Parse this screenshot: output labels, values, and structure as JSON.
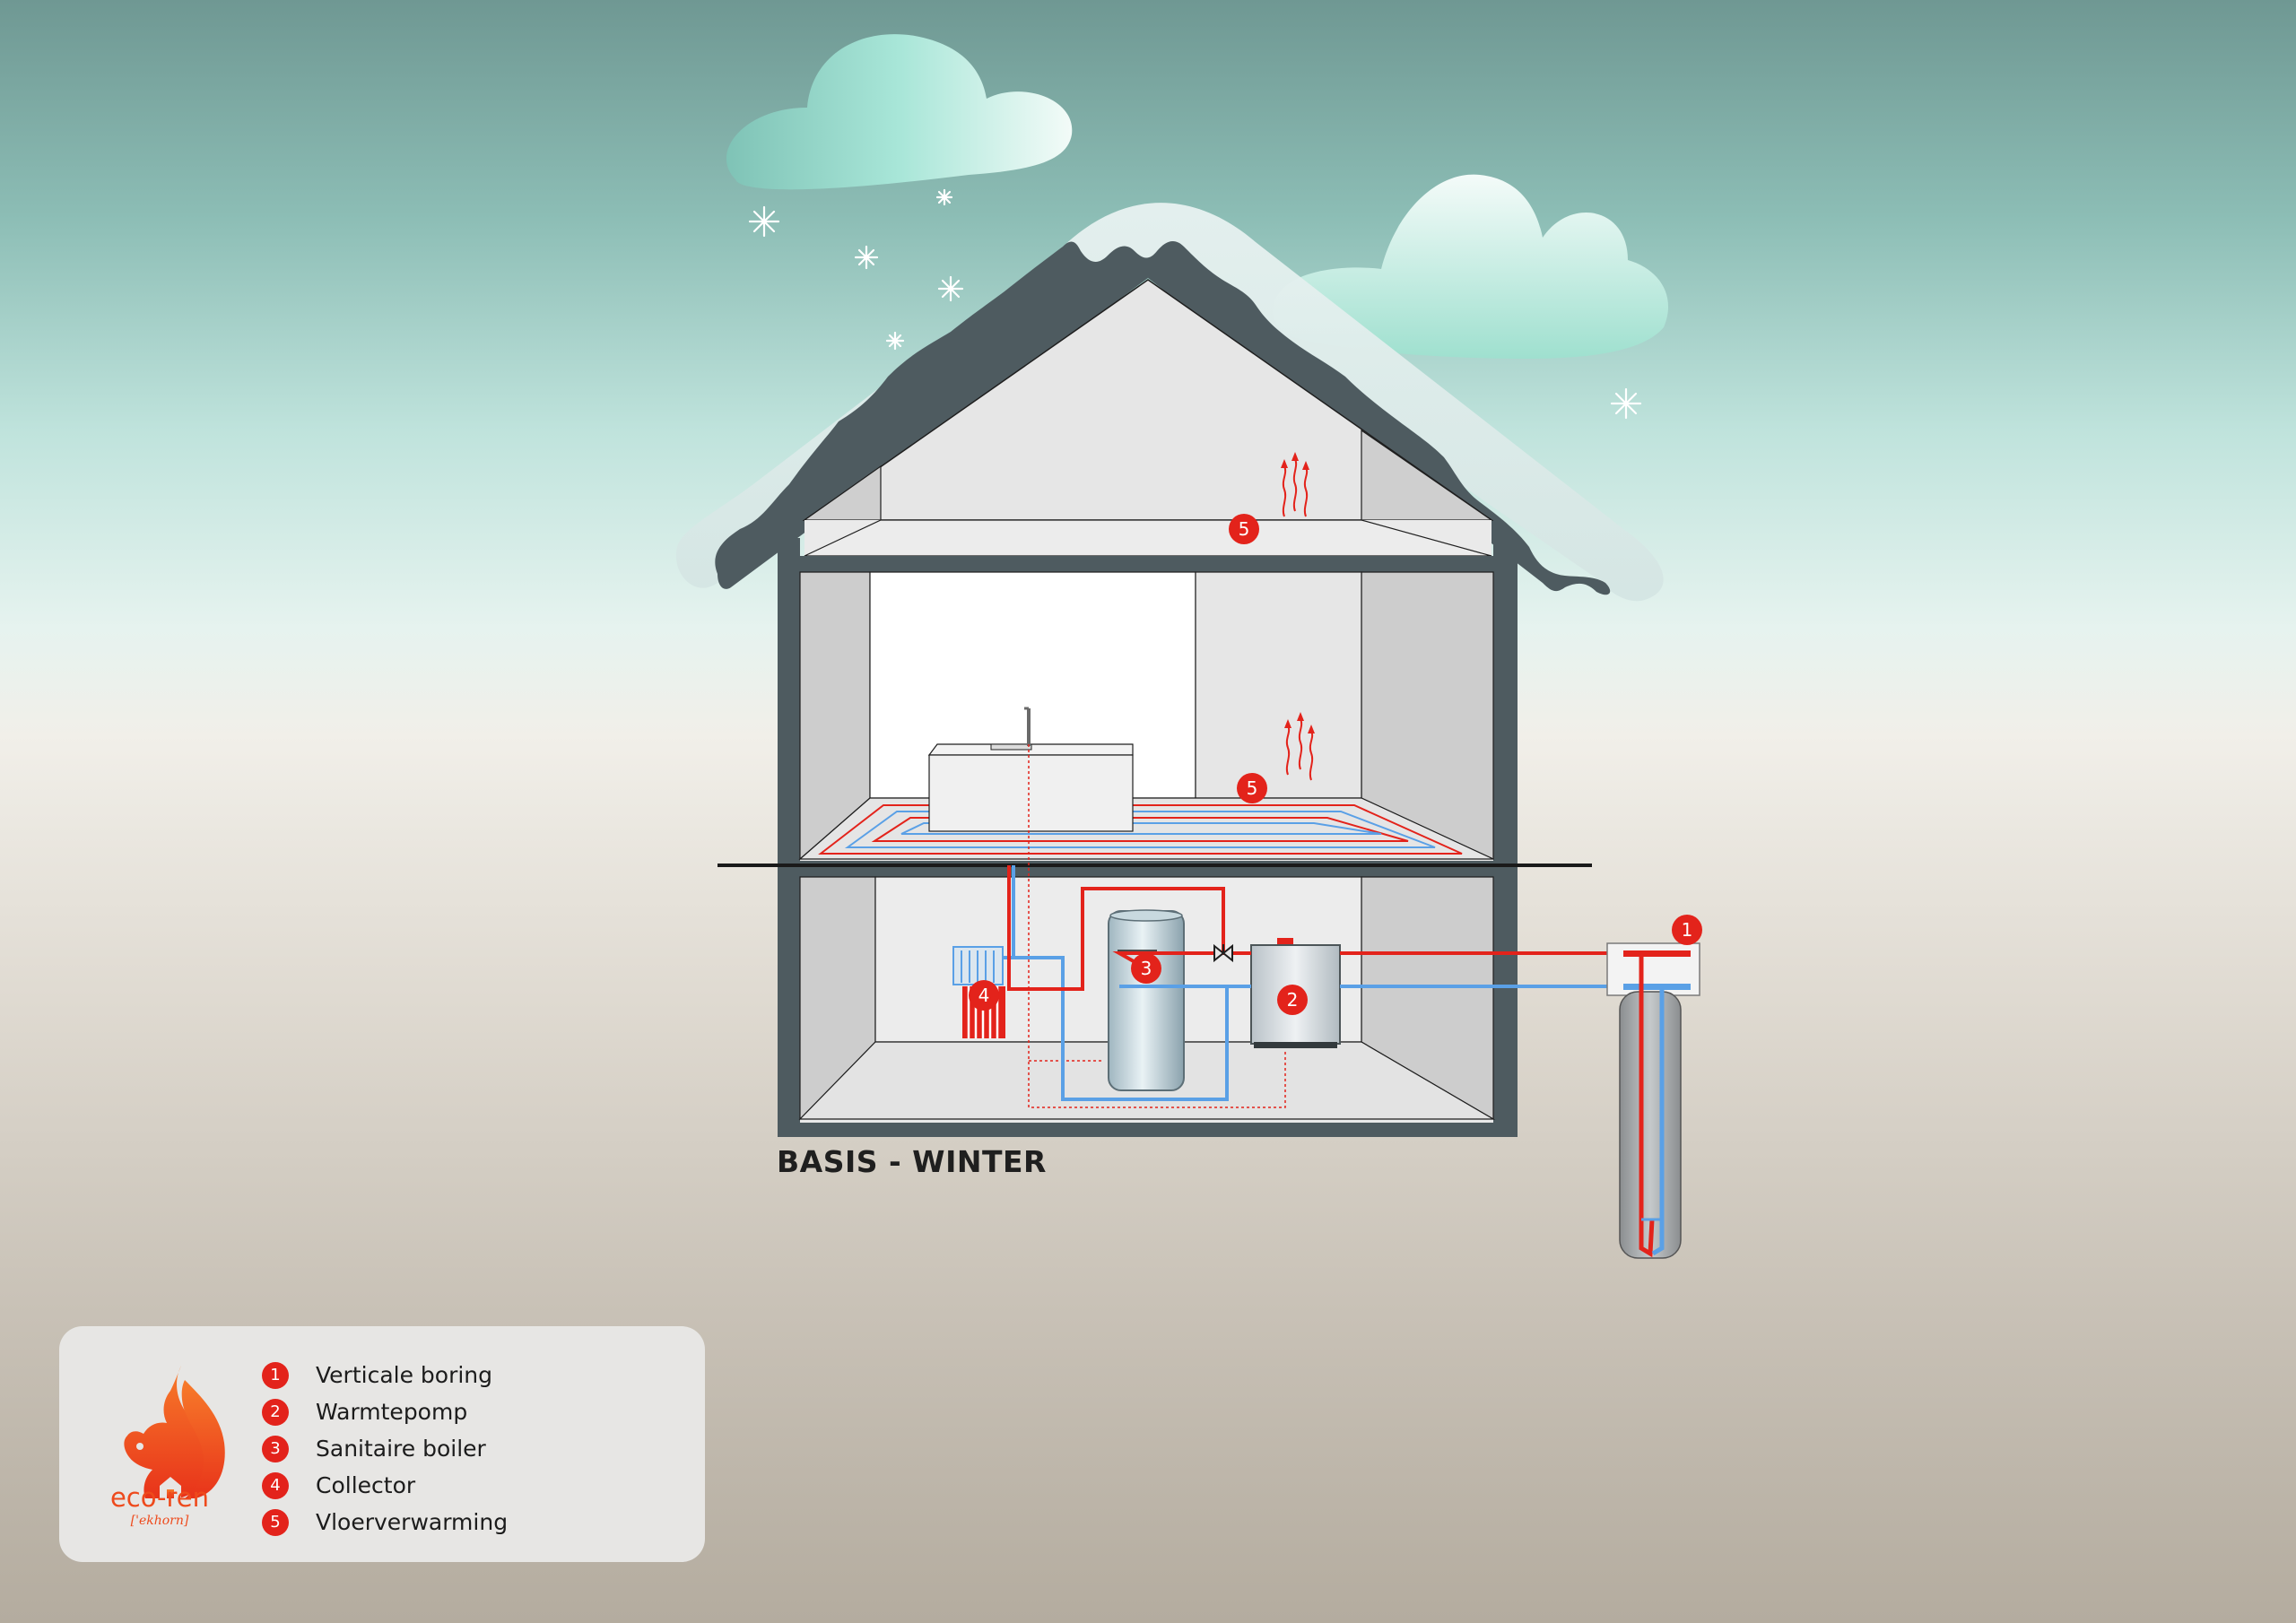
{
  "caption": "BASIS - WINTER",
  "brand": {
    "name": "eco-ren",
    "pronunciation": "['ekhorn]",
    "color": "#ee4a1c",
    "icon": "squirrel-house-icon"
  },
  "legend": [
    {
      "number": "1",
      "label": "Verticale boring"
    },
    {
      "number": "2",
      "label": "Warmtepomp"
    },
    {
      "number": "3",
      "label": "Sanitaire boiler"
    },
    {
      "number": "4",
      "label": "Collector"
    },
    {
      "number": "5",
      "label": "Vloerverwarming"
    }
  ],
  "diagram_markers": [
    "1",
    "2",
    "3",
    "4",
    "5",
    "5"
  ],
  "colors": {
    "hot_pipe": "#e3231b",
    "cold_pipe": "#5aa0e6",
    "wall": "#4e5b60",
    "marker": "#e3231b"
  }
}
